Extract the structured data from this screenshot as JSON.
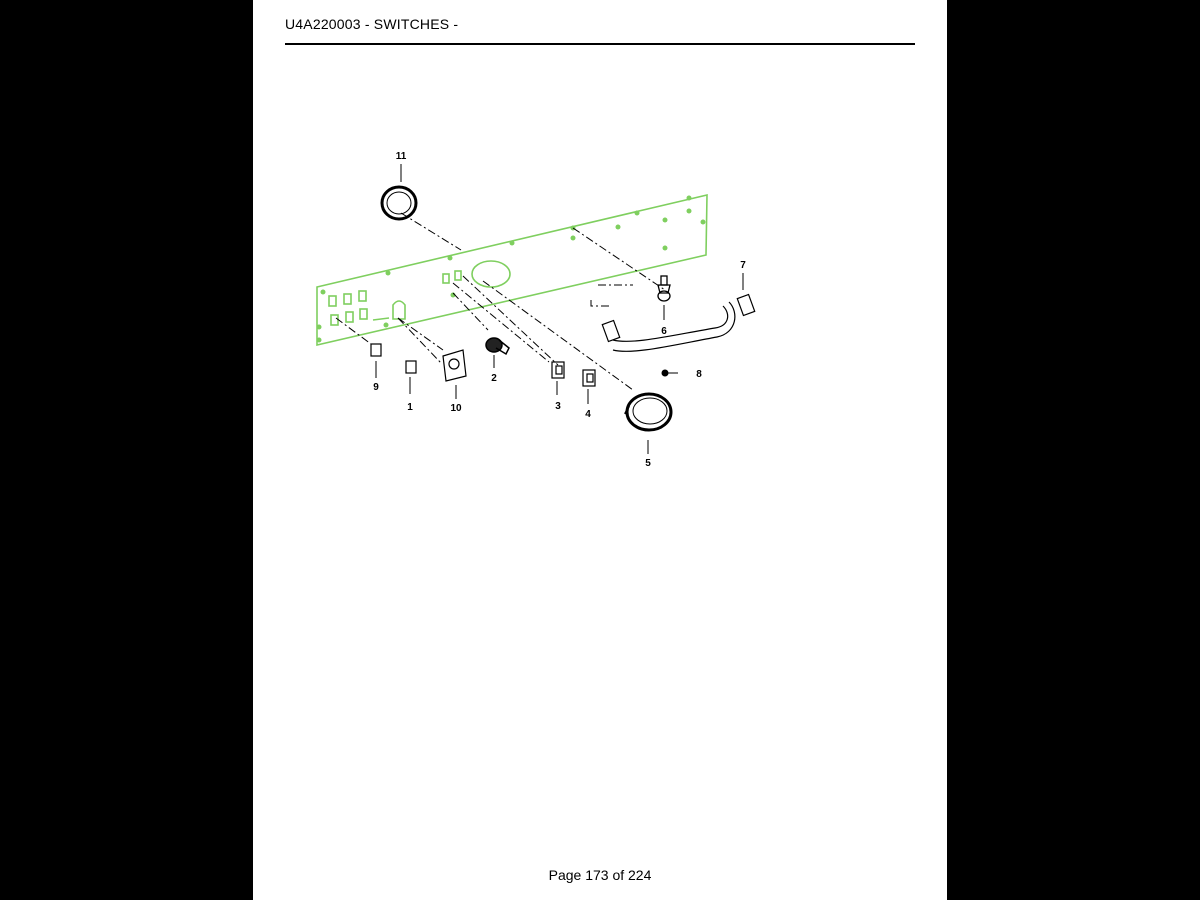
{
  "header": {
    "title": "U4A220003 - SWITCHES -"
  },
  "footer": {
    "page_label": "Page 173 of 224"
  },
  "diagram": {
    "callouts": [
      "1",
      "2",
      "3",
      "4",
      "5",
      "6",
      "7",
      "8",
      "9",
      "10",
      "11"
    ],
    "colors": {
      "panel": "#7fcf5f",
      "line": "#000000",
      "page": "#ffffff",
      "background": "#000000"
    }
  }
}
